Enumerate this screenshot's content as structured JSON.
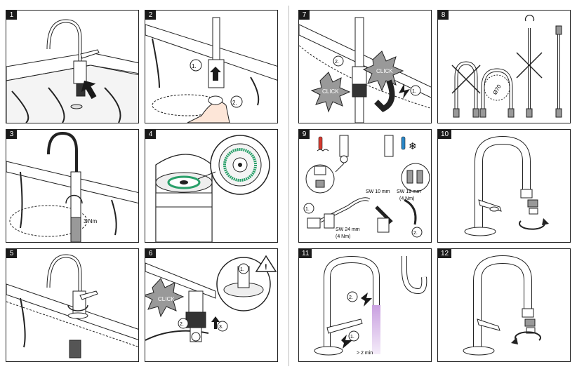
{
  "steps": [
    "1",
    "2",
    "3",
    "4",
    "5",
    "6",
    "7",
    "8",
    "9",
    "10",
    "11",
    "12"
  ],
  "labels": {
    "torque_3nm": "3 Nm",
    "click": "CLICK",
    "step_1": "1.",
    "step_2": "2.",
    "step_3": "3.",
    "pipe_diameter": "Ø70",
    "sw10": "SW 10 mm",
    "sw19": "SW 19 mm",
    "sw19_torque": "(4 Nm)",
    "sw24": "SW 24 mm",
    "sw24_torque": "(4 Nm)",
    "min_time": "> 2 min"
  },
  "colors": {
    "hot": "#d63a2f",
    "cold": "#2a87c8",
    "filter_ring": "#2aa06a",
    "flow": "#c9a0e0"
  }
}
